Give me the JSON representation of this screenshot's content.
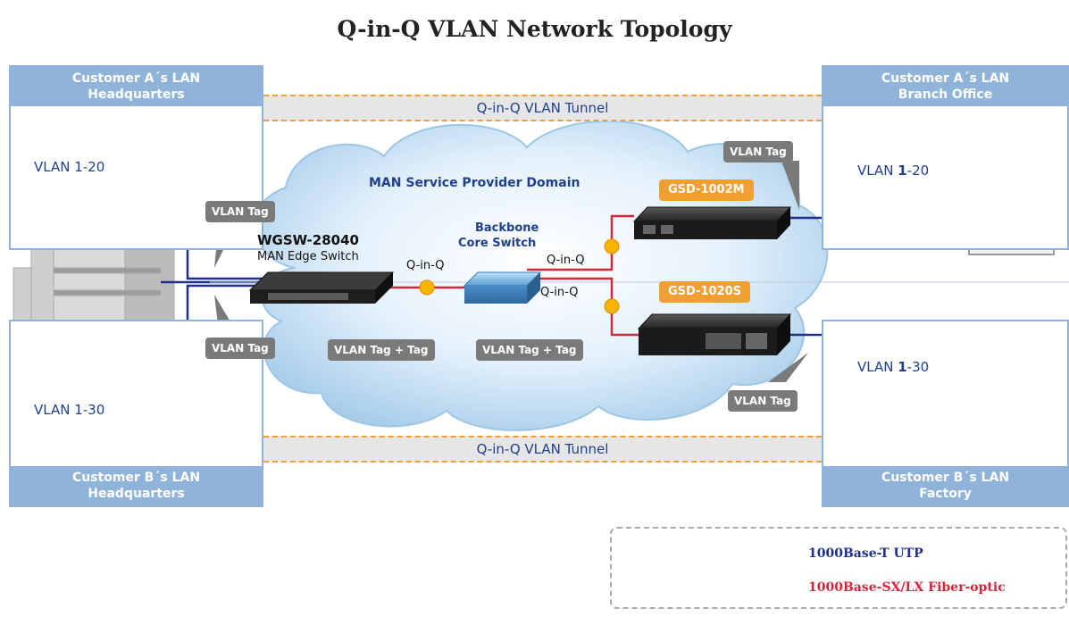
{
  "title": "Q-in-Q VLAN Network Topology",
  "panels": {
    "hq_a": {
      "header": "Customer A´s LAN\nHeadquarters",
      "vlan": "VLAN 1-20"
    },
    "hq_b": {
      "header": "Customer B´s LAN\nHeadquarters",
      "vlan": "VLAN 1-30"
    },
    "branch": {
      "header": "Customer A´s LAN\nBranch Office",
      "vlan_prefix": "VLAN ",
      "vlan_num": "1",
      "vlan_suffix": "-20"
    },
    "factory": {
      "header": "Customer B´s LAN\nFactory",
      "vlan_prefix": "VLAN ",
      "vlan_num": "1",
      "vlan_suffix": "-30"
    }
  },
  "tunnel_top": "Q-in-Q VLAN Tunnel",
  "tunnel_bottom": "Q-in-Q VLAN Tunnel",
  "domain_label": "MAN Service Provider Domain",
  "devices": {
    "edge": {
      "model": "WGSW-28040",
      "role": "MAN Edge Switch"
    },
    "core": {
      "line1": "Backbone",
      "line2": "Core Switch"
    },
    "gsd_1002m": "GSD-1002M",
    "gsd_1020s": "GSD-1020S"
  },
  "tags": {
    "vlan_tag": "VLAN Tag",
    "tag_plus_tag": "VLAN Tag + Tag",
    "qinq": "Q-in-Q"
  },
  "legend": {
    "utp": "1000Base-T UTP",
    "fiber": "1000Base-SX/LX Fiber-optic"
  },
  "colors": {
    "panel_blue": "#8fb3d9",
    "utp_line": "#1f2f8f",
    "fiber_line": "#d6263a",
    "tunnel_dash": "#f0a030",
    "tag_gray": "#7a7a7a",
    "badge_orange": "#f0a030"
  }
}
